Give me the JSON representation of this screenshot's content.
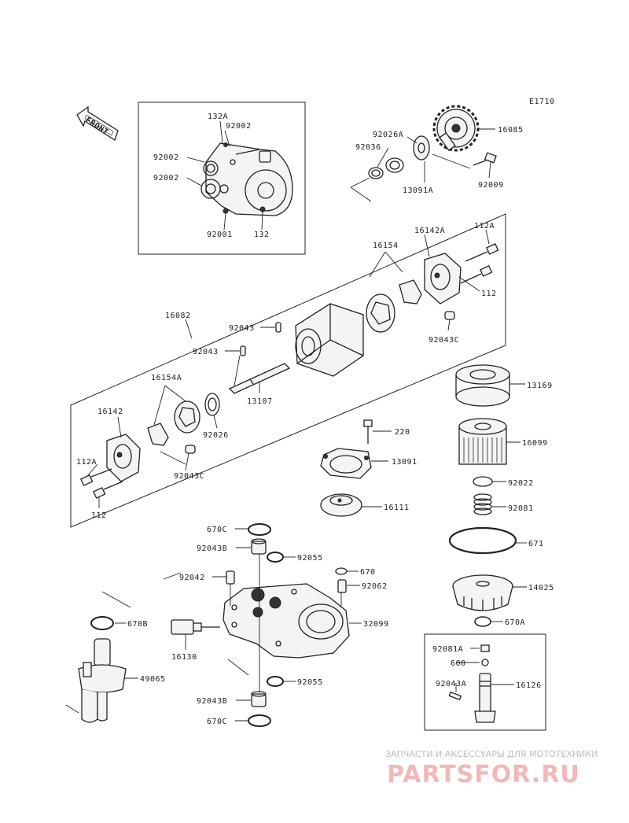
{
  "diagram_code": "E1710",
  "front_label": "FRONT",
  "watermark": {
    "top_text": "ЗАПЧАСТИ И АКСЕССУАРЫ ДЛЯ МОТОТЕХНИКИ",
    "brand_text": "PARTSFOR.RU"
  },
  "parts": {
    "p132A": "132A",
    "p92002_top": "92002",
    "p92002_a": "92002",
    "p92002_b": "92002",
    "p92001": "92001",
    "p132": "132",
    "p92026A": "92026A",
    "p92036": "92036",
    "p16085": "16085",
    "p13091A": "13091A",
    "p92009": "92009",
    "p16142A": "16142A",
    "p112A_top": "112A",
    "p16154": "16154",
    "p112_top": "112",
    "p16082": "16082",
    "p92043_a": "92043",
    "p92043_b": "92043",
    "p92043C_top": "92043C",
    "p13107": "13107",
    "p16154A": "16154A",
    "p16142": "16142",
    "p92026": "92026",
    "p112A_bottom": "112A",
    "p92043C_bottom": "92043C",
    "p112_bottom": "112",
    "p13169": "13169",
    "p220": "220",
    "p16099": "16099",
    "p13091": "13091",
    "p92022": "92022",
    "p16111": "16111",
    "p92081": "92081",
    "p670C_top": "670C",
    "p671": "671",
    "p92043B_top": "92043B",
    "p92055_top": "92055",
    "p670": "670",
    "p92042": "92042",
    "p92062": "92062",
    "p14025": "14025",
    "p670B": "670B",
    "p32099": "32099",
    "p670A": "670A",
    "p16130": "16130",
    "p92081A": "92081A",
    "p600": "600",
    "p49065": "49065",
    "p92043A": "92043A",
    "p16126": "16126",
    "p92055_bottom": "92055",
    "p92043B_bottom": "92043B",
    "p670C_bottom": "670C"
  }
}
